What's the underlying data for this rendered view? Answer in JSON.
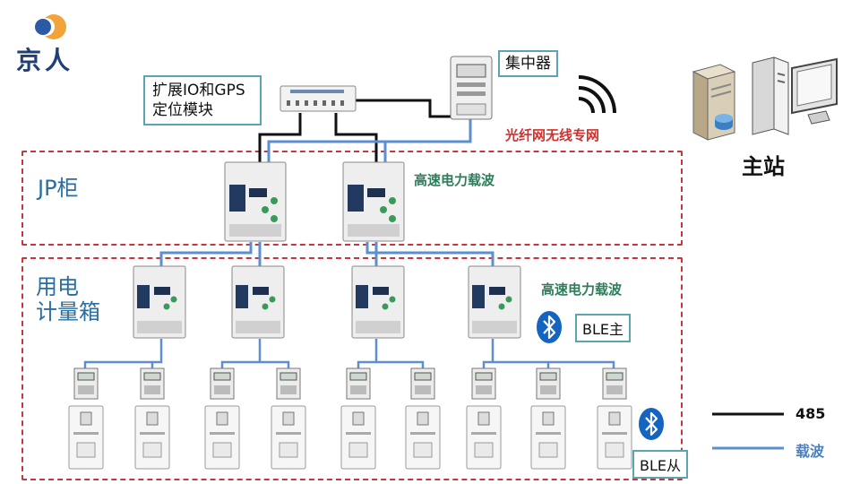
{
  "logo": {
    "text": "京人"
  },
  "labels": {
    "io_module": "扩展IO和GPS\n定位模块",
    "concentrator": "集中器",
    "fiber_wireless": "光纤网无线专网",
    "carrier_top": "高速电力载波",
    "carrier_mid": "高速电力载波",
    "jp_cabinet": "JP柜",
    "metering_box": "用电\n计量箱",
    "master_station": "主站",
    "ble_master": "BLE主",
    "ble_slave": "BLE从"
  },
  "legend": [
    {
      "label": "485",
      "color": "#111111"
    },
    {
      "label": "载波",
      "color": "#5b8fd0"
    }
  ],
  "colors": {
    "dash": "#c8363c",
    "carrier_line": "#5b8fd0",
    "rs485_line": "#111111",
    "bluetooth": "#1565c0"
  },
  "icons": [
    "logo-mark-icon",
    "io-module-icon",
    "concentrator-meter-icon",
    "wireless-signal-icon",
    "server-icon",
    "desktop-computer-icon",
    "bluetooth-icon",
    "terminal-device-icon",
    "meter-icon",
    "breaker-icon"
  ]
}
